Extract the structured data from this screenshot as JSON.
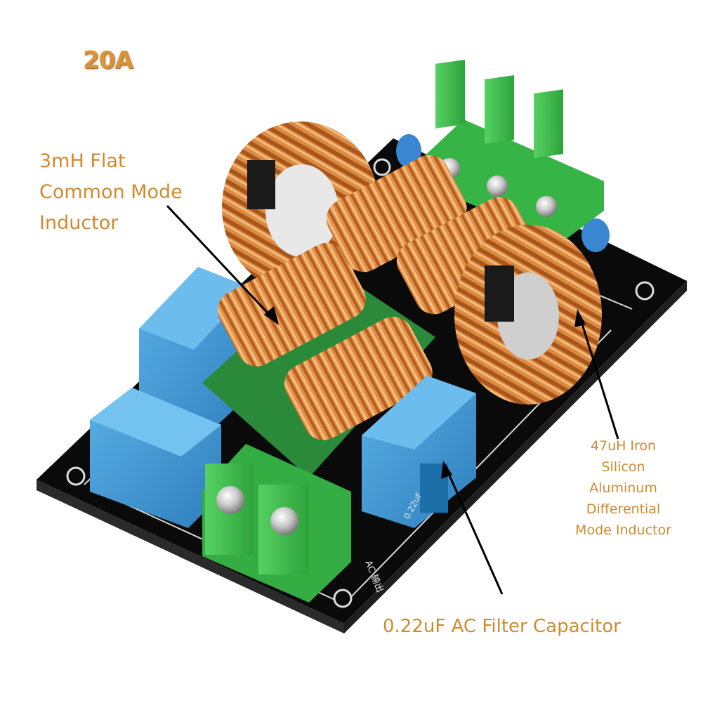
{
  "title": "20A",
  "labels": {
    "common_mode": [
      "3mH Flat",
      "Common Mode",
      "Inductor"
    ],
    "differential_mode": [
      "47uH Iron",
      "Silicon",
      "Aluminum",
      "Differential",
      "Mode Inductor"
    ],
    "capacitor": "0.22uF AC Filter Capacitor"
  },
  "board_text": {
    "output": "AC 输出",
    "capacitor_marking": "0.22uF"
  },
  "colors": {
    "label": "#d08a2e",
    "board": "#141414",
    "copper": "#c8742c",
    "terminal": "#3fbd4e",
    "capacitor": "#3f95cf",
    "bobbin": "#2f9140"
  }
}
